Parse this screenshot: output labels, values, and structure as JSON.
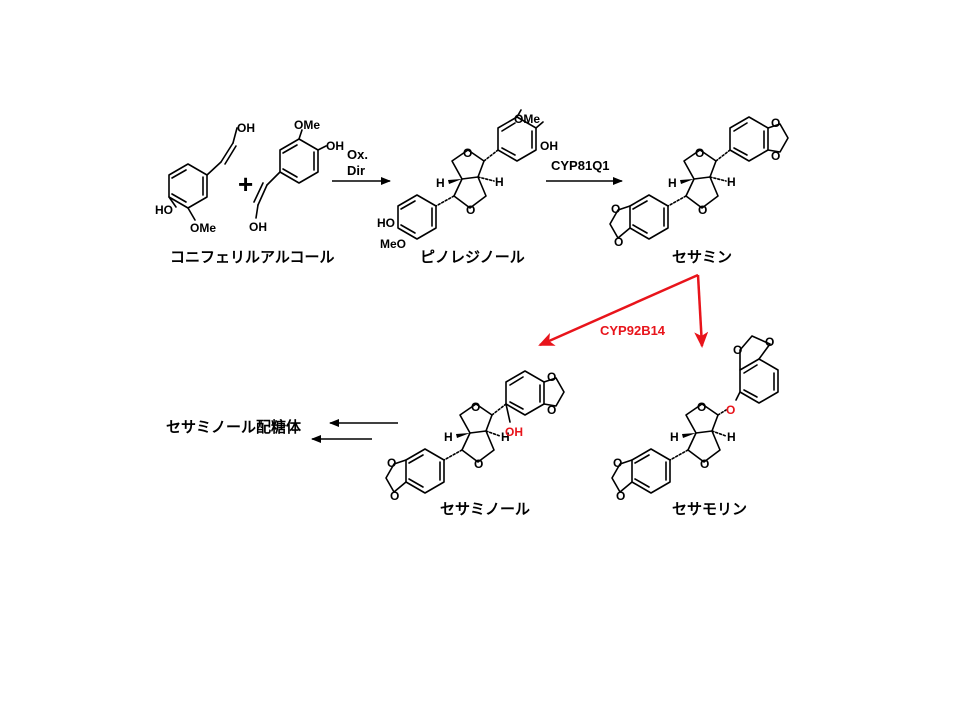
{
  "compounds": {
    "coniferyl_alcohol": "コニフェリルアルコール",
    "pinoresinol": "ピノレジノール",
    "sesamin": "セサミン",
    "sesaminol": "セサミノール",
    "sesamolin": "セサモリン",
    "sesaminol_glycosides": "セサミノール配糖体"
  },
  "arrows": {
    "ox_line1": "Ox.",
    "ox_line2": "Dir",
    "cyp81q1": "CYP81Q1",
    "cyp92b14": "CYP92B14"
  },
  "atoms": {
    "oh": "OH",
    "ho": "HO",
    "ome": "OMe",
    "meo": "MeO",
    "o": "O",
    "h": "H"
  },
  "plus_sign": "+",
  "colors": {
    "black": "#000000",
    "red_highlight": "#e8141b"
  }
}
